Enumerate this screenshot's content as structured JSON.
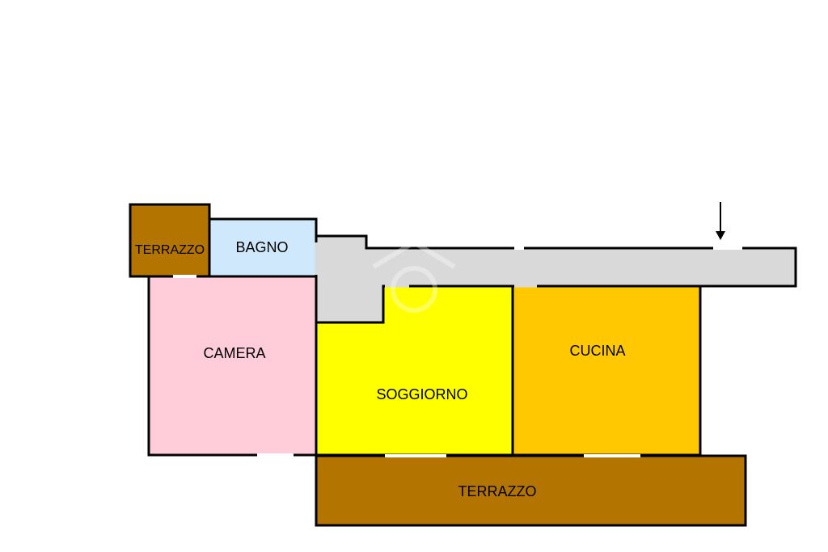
{
  "colors": {
    "terrazzo": "#b37400",
    "bagno": "#cfe8fc",
    "camera": "#ffccd9",
    "soggiorno": "#ffff00",
    "cucina": "#ffc800",
    "corridor": "#d9d9d9",
    "walls": "#000000"
  },
  "rooms": {
    "terrazzo_small": {
      "label": "TERRAZZO"
    },
    "bagno": {
      "label": "BAGNO"
    },
    "camera": {
      "label": "CAMERA"
    },
    "soggiorno": {
      "label": "SOGGIORNO"
    },
    "cucina": {
      "label": "CUCINA"
    },
    "terrazzo_large": {
      "label": "TERRAZZO"
    }
  },
  "icons": {
    "entrance": "down-arrow-icon",
    "watermark": "house-watermark-icon"
  }
}
